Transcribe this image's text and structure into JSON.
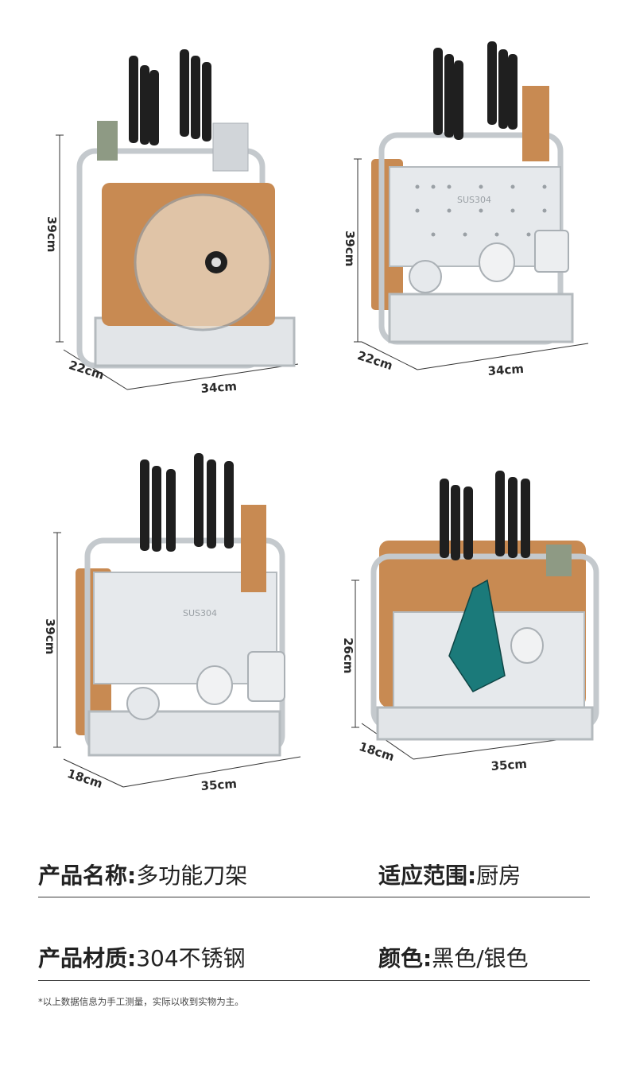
{
  "products": [
    {
      "height": "39cm",
      "depth": "22cm",
      "width": "34cm"
    },
    {
      "height": "39cm",
      "depth": "22cm",
      "width": "34cm"
    },
    {
      "height": "39cm",
      "depth": "18cm",
      "width": "35cm"
    },
    {
      "height": "26cm",
      "depth": "18cm",
      "width": "35cm"
    }
  ],
  "specs": {
    "name_label": "产品名称:",
    "name_value": "多功能刀架",
    "scope_label": "适应范围:",
    "scope_value": "厨房",
    "material_label": "产品材质:",
    "material_value": "304不锈钢",
    "color_label": "颜色:",
    "color_value": "黑色/银色"
  },
  "note": "*以上数据信息为手工测量，实际以收到实物为主。",
  "engraving": "SUS304",
  "colors": {
    "steel": "#cfd3d6",
    "steel_dark": "#9aa0a5",
    "wood": "#c88a52",
    "knife": "#1f1f1f",
    "text": "#222222"
  }
}
